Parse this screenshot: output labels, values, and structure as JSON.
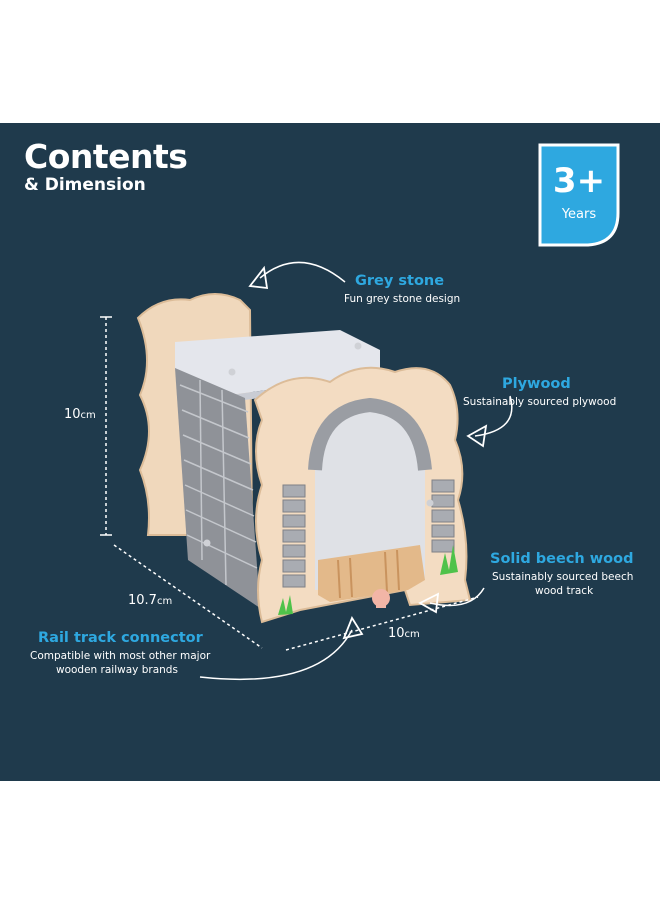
{
  "header": {
    "title": "Contents",
    "subtitle": "& Dimension"
  },
  "age_badge": {
    "value": "3+",
    "unit": "Years"
  },
  "features": [
    {
      "title": "Grey stone",
      "description": [
        "Fun grey stone design"
      ]
    },
    {
      "title": "Plywood",
      "description": [
        "Sustainably sourced plywood"
      ]
    },
    {
      "title": "Solid beech wood",
      "description": [
        "Sustainably sourced beech",
        "wood track"
      ]
    },
    {
      "title": "Rail track connector",
      "description": [
        "Compatible with most other major",
        "wooden railway brands"
      ]
    }
  ],
  "dimensions": {
    "height": {
      "value": "10",
      "unit": "cm"
    },
    "depth": {
      "value": "10.7",
      "unit": "cm"
    },
    "width": {
      "value": "10",
      "unit": "cm"
    }
  },
  "colors": {
    "panel": "#1f3a4c",
    "accent": "#2ea8e0",
    "text": "#ffffff"
  }
}
